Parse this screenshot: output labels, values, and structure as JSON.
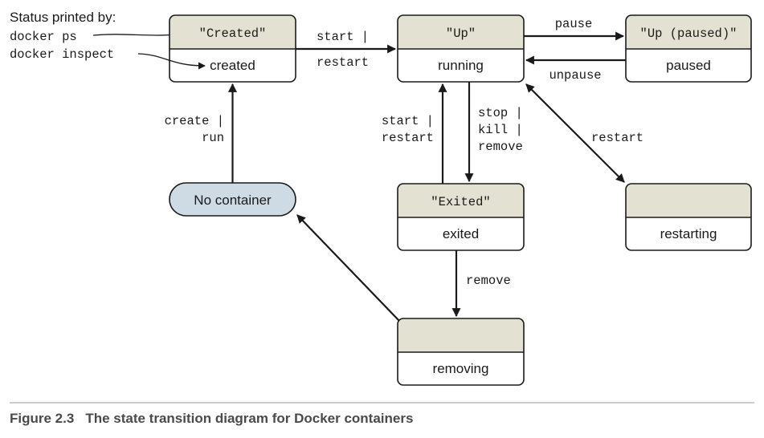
{
  "legend": {
    "title": "Status printed by:",
    "ps_command": "docker ps",
    "inspect_command": "docker inspect"
  },
  "states": {
    "created": {
      "ps_status": "\"Created\"",
      "inspect_status": "created"
    },
    "up": {
      "ps_status": "\"Up\"",
      "inspect_status": "running"
    },
    "paused": {
      "ps_status": "\"Up (paused)\"",
      "inspect_status": "paused"
    },
    "exited": {
      "ps_status": "\"Exited\"",
      "inspect_status": "exited"
    },
    "restarting": {
      "ps_status": "",
      "inspect_status": "restarting"
    },
    "removing": {
      "ps_status": "",
      "inspect_status": "removing"
    },
    "no_container": {
      "label": "No container"
    }
  },
  "transitions": {
    "created_to_up": [
      "start |",
      "restart"
    ],
    "up_to_paused": "pause",
    "paused_to_up": "unpause",
    "none_to_created": [
      "create |",
      "run"
    ],
    "exited_to_up": [
      "start |",
      "restart"
    ],
    "up_to_exited": [
      "stop |",
      "kill |",
      "remove"
    ],
    "up_restarting": "restart",
    "exited_to_removing": "remove"
  },
  "caption": {
    "label": "Figure 2.3",
    "text": "The state transition diagram for Docker containers"
  }
}
